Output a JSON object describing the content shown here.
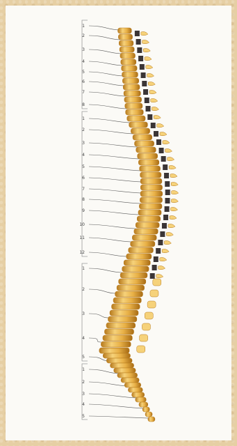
{
  "colors": {
    "border": "#e6cfa4",
    "paper": "#fbfaf6",
    "bone_light": "#f6d27a",
    "bone_mid": "#e3a93a",
    "bone_dark": "#b77a1d",
    "disc": "#3b3536",
    "nerve_line": "#5a5a5a",
    "bracket": "#9a9a9a"
  },
  "regions": [
    {
      "id": "cervical",
      "labels": [
        "1",
        "2",
        "3",
        "4",
        "5",
        "6",
        "7",
        "8"
      ]
    },
    {
      "id": "thoracic",
      "labels": [
        "1",
        "2",
        "3",
        "4",
        "5",
        "6",
        "7",
        "8",
        "9",
        "10",
        "11",
        "12"
      ]
    },
    {
      "id": "lumbar",
      "labels": [
        "1",
        "2",
        "3",
        "4",
        "5"
      ]
    },
    {
      "id": "sacral",
      "labels": [
        "1",
        "2",
        "3",
        "4",
        "5"
      ]
    }
  ]
}
